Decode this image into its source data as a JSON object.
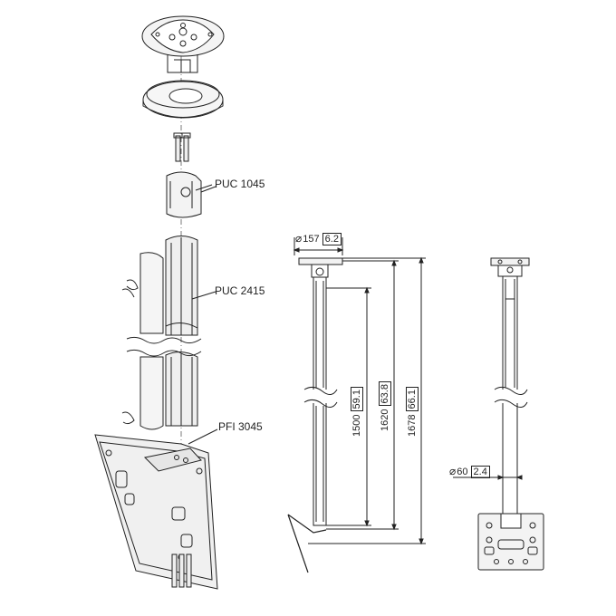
{
  "labels": {
    "part_1": "PUC 1045",
    "part_2": "PUC 2415",
    "part_3": "PFI 3045"
  },
  "dimensions": {
    "plate_diameter_symbol": "⌀",
    "plate_diameter_mm": "157",
    "plate_diameter_in": "6.2",
    "pole_diameter_symbol": "⌀",
    "pole_diameter_mm": "60",
    "pole_diameter_in": "2.4",
    "length_1_mm": "1500",
    "length_1_in": "59.1",
    "length_2_mm": "1620",
    "length_2_in": "63.8",
    "length_3_mm": "1678",
    "length_3_in": "66.1"
  },
  "colors": {
    "line": "#222222",
    "fill": "#f2f2f2",
    "shade": "#d9d9d9"
  }
}
